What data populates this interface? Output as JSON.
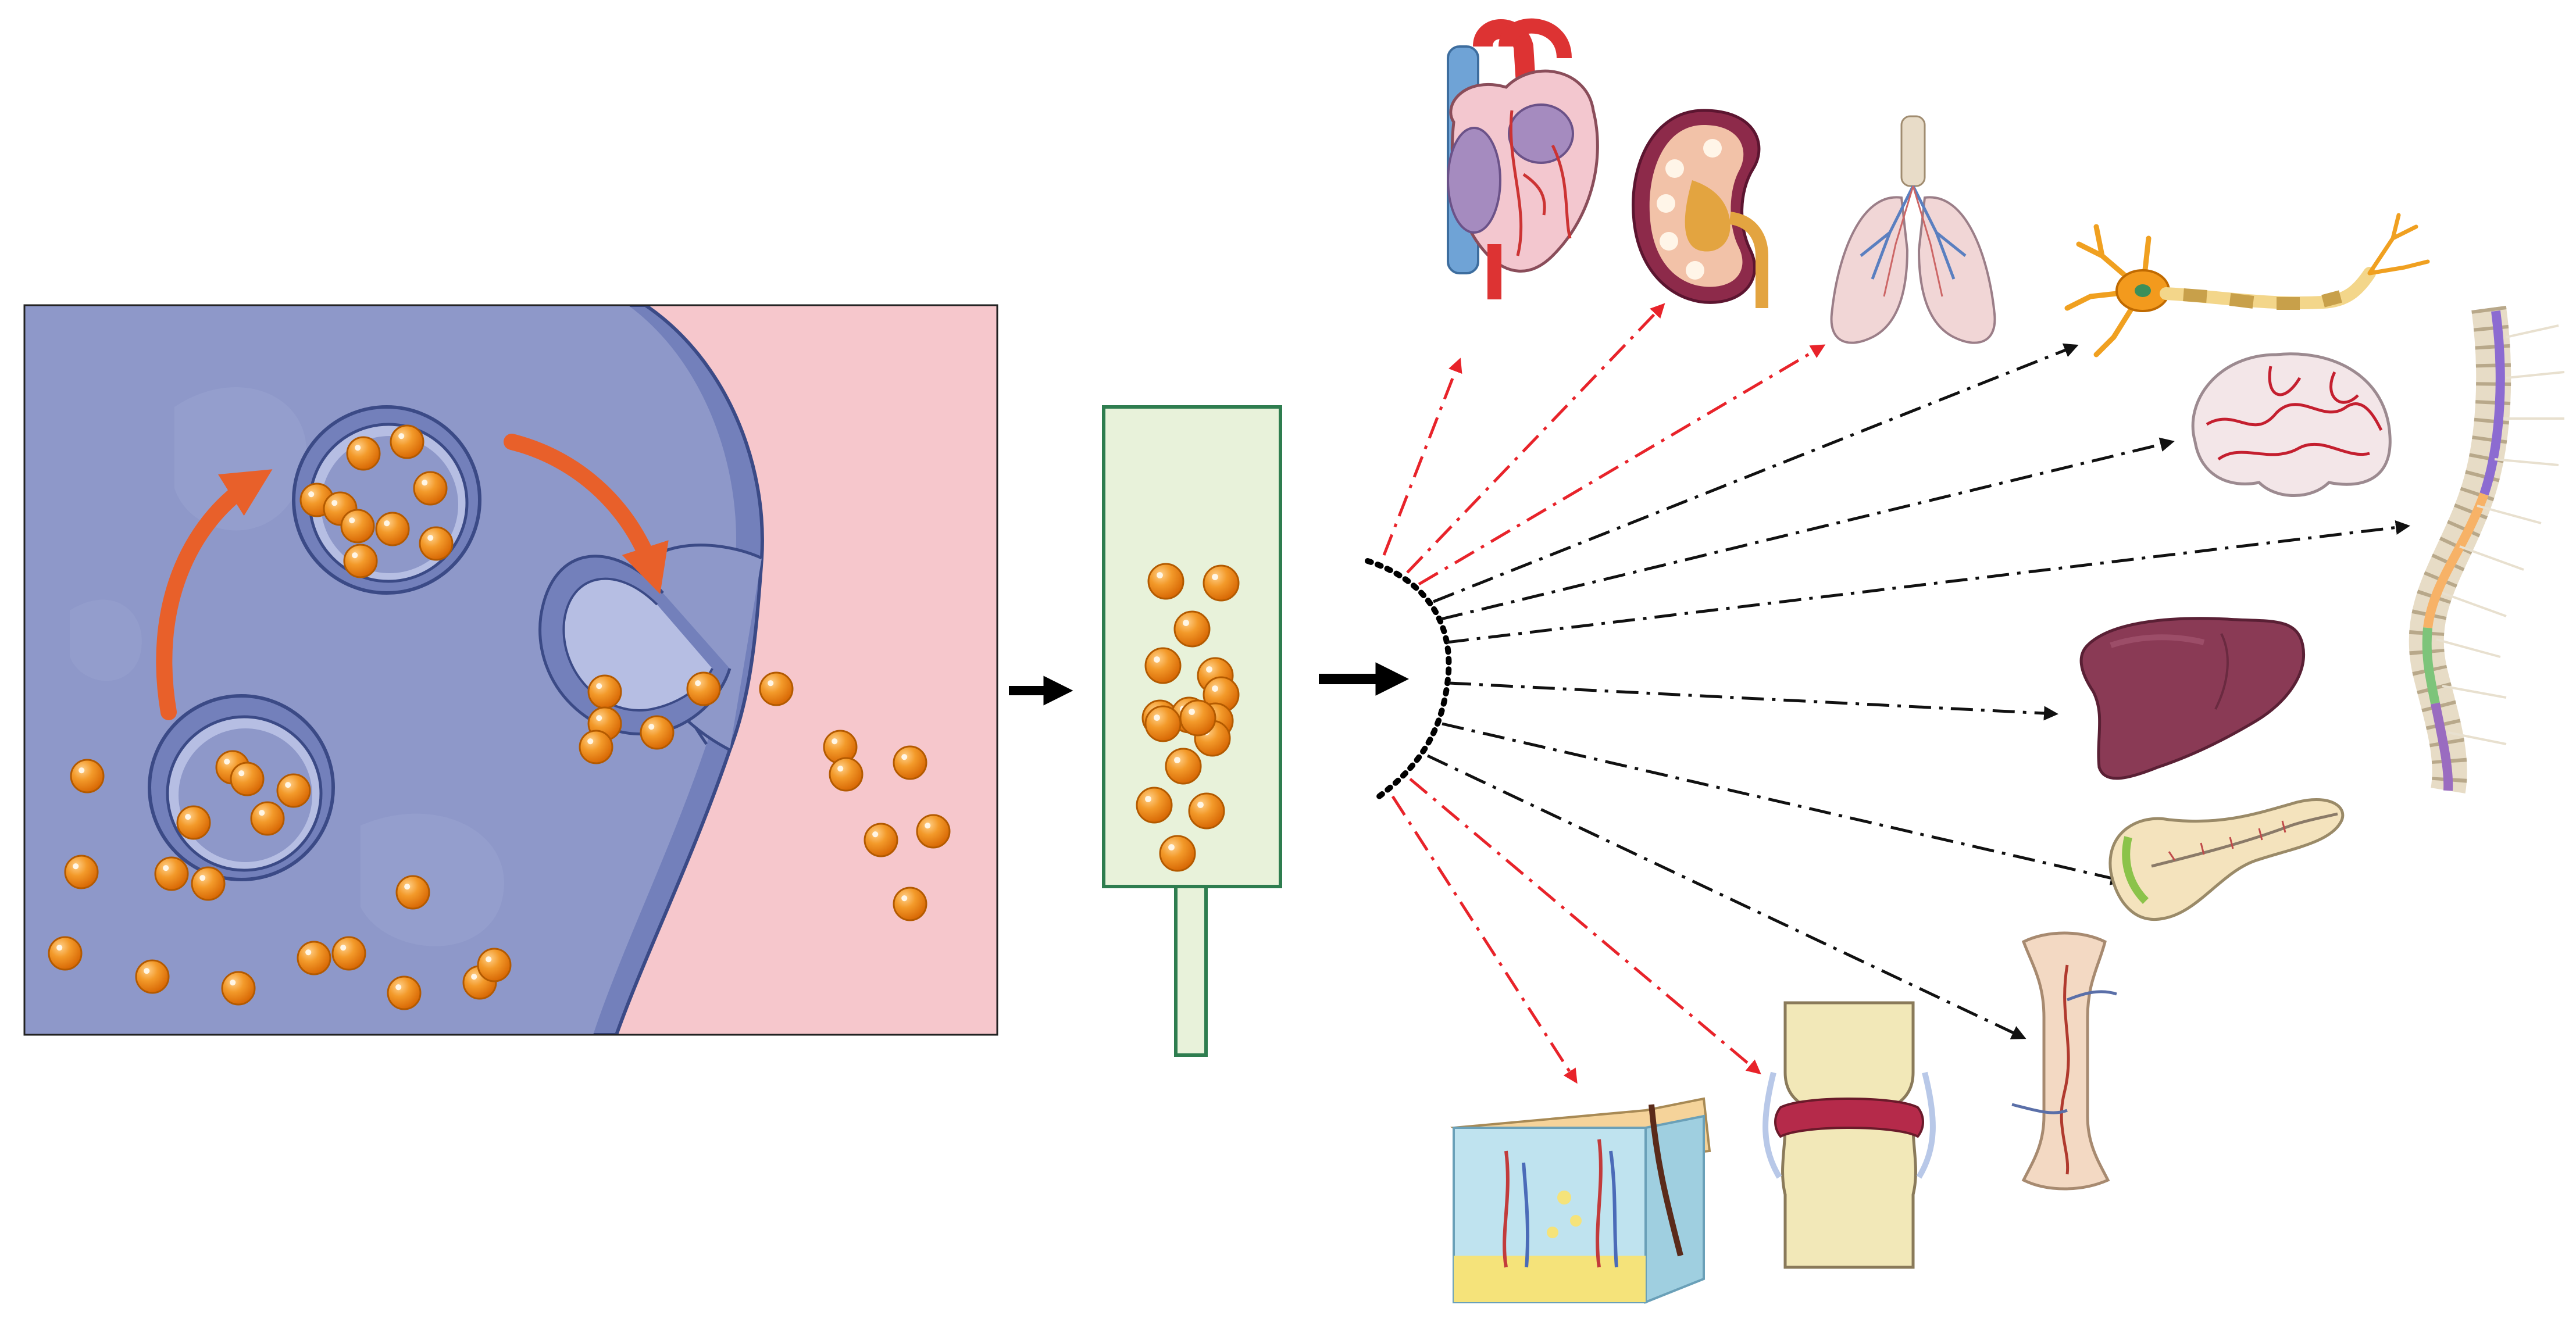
{
  "diagram": {
    "colors": {
      "cell_cytoplasm": "#8e98c9",
      "cell_membrane": "#7380bb",
      "extracellular": "#f6c7cc",
      "vesicle_fill": "#b6bee3",
      "particle": "#f08a1c",
      "particle_outline": "#b35a00",
      "transport_arrow": "#e8602a",
      "column_fill": "#e8f2da",
      "column_border": "#2e7d4f",
      "arrow_red": "#e8232a",
      "arrow_black": "#111111"
    },
    "panels": [
      {
        "id": "cell-secretion",
        "icon": "cell-exosome-release-icon"
      },
      {
        "id": "purification-column",
        "icon": "column-icon"
      },
      {
        "id": "organ-targets",
        "icon": "organ-distribution-icon"
      }
    ],
    "targets": [
      {
        "organ": "heart",
        "icon": "heart-icon",
        "arrow": "red"
      },
      {
        "organ": "kidney",
        "icon": "kidney-icon",
        "arrow": "red"
      },
      {
        "organ": "lungs",
        "icon": "lungs-icon",
        "arrow": "red"
      },
      {
        "organ": "neuron",
        "icon": "neuron-icon",
        "arrow": "black"
      },
      {
        "organ": "brain",
        "icon": "brain-icon",
        "arrow": "black"
      },
      {
        "organ": "spinal-cord",
        "icon": "spine-icon",
        "arrow": "black"
      },
      {
        "organ": "liver",
        "icon": "liver-icon",
        "arrow": "black"
      },
      {
        "organ": "pancreas",
        "icon": "pancreas-icon",
        "arrow": "black"
      },
      {
        "organ": "bone",
        "icon": "bone-icon",
        "arrow": "black"
      },
      {
        "organ": "joint",
        "icon": "joint-icon",
        "arrow": "red"
      },
      {
        "organ": "skin",
        "icon": "skin-icon",
        "arrow": "red"
      }
    ]
  }
}
